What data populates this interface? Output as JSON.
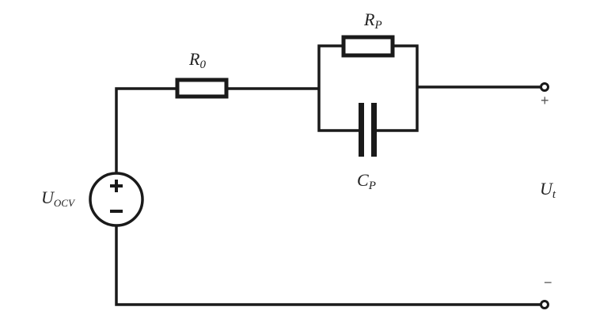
{
  "labels": {
    "r0": {
      "main": "R",
      "sub": "0"
    },
    "rp": {
      "main": "R",
      "sub": "P"
    },
    "cp": {
      "main": "C",
      "sub": "P"
    },
    "uocv": {
      "main": "U",
      "sub": "OCV"
    },
    "ut": {
      "main": "U",
      "sub": "t"
    }
  },
  "terminal_plus": "+",
  "terminal_minus": "−",
  "source_plus": "+",
  "source_minus": "−",
  "colors": {
    "wire": "#1a1a1a"
  }
}
